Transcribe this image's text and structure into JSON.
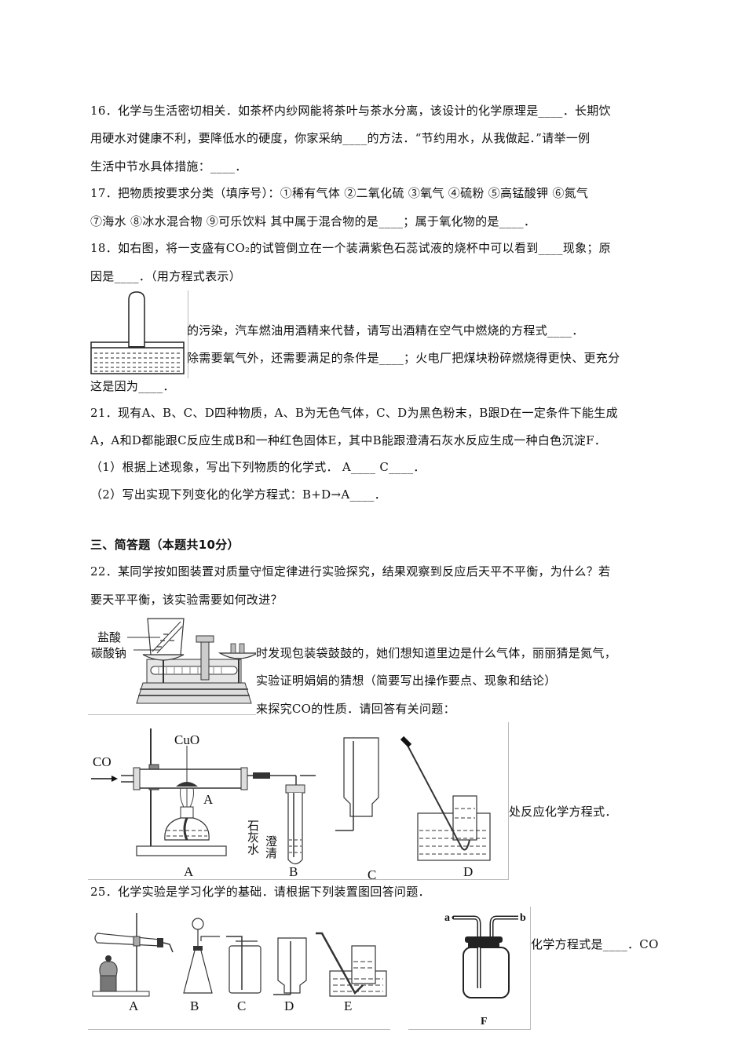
{
  "document": {
    "q16": {
      "line1": "16．化学与生活密切相关．如茶杯内纱网能将茶叶与茶水分离，该设计的化学原理是____．长期饮",
      "line2": "用硬水对健康不利，要降低水的硬度，你家采纳____的方法．“节约用水，从我做起．”请举一例",
      "line3": "生活中节水具体措施：____．"
    },
    "q17": {
      "line1": "17．把物质按要求分类（填序号）：①稀有气体 ②二氧化硫 ③氧气 ④硫粉 ⑤高锰酸钾 ⑥氮气",
      "line2": "⑦海水 ⑧冰水混合物 ⑨可乐饮料 其中属于混合物的是____；属于氧化物的是____．"
    },
    "q18": {
      "line1": "18．如右图，将一支盛有CO₂的试管倒立在一个装满紫色石蕊试液的烧杯中可以看到____现象；原",
      "line2": "因是____．（用方程式表示）"
    },
    "q19_20_partial": {
      "line1": "的污染，汽车燃油用酒精来代替，请写出酒精在空气中燃烧的方程式____．",
      "line2": "除需要氧气外，还需要满足的条件是____；火电厂把煤块粉碎燃烧得更快、更充分",
      "line3": "这是因为____．"
    },
    "q21": {
      "line1": "21．现有A、B、C、D四种物质，A、B为无色气体，C、D为黑色粉末，B跟D在一定条件下能生成",
      "line2": "A，A和D都能跟C反应生成B和一种红色固体E，其中B能跟澄清石灰水反应生成一种白色沉淀F．",
      "sub1": "（1）根据上述现象，写出下列物质的化学式． A____ C____．",
      "sub2": "（2）写出实现下列变化的化学方程式：B+D→A____．"
    },
    "section3": {
      "title": "三、简答题（本题共10分）"
    },
    "q22": {
      "line1": "22．某同学按如图装置对质量守恒定律进行实验探究，结果观察到反应后天平不平衡，为什么？若",
      "line2": "要天平平衡，该实验需要如何改进？"
    },
    "q23_24_partial": {
      "line1": "时发现包装袋鼓鼓的，她们想知道里边是什么气体，丽丽猜是氮气，",
      "line2": "实验证明娟娟的猜想（简要写出操作要点、现象和结论）",
      "line3": "来探究CO的性质．请回答有关问题：",
      "line4": "处反应化学方程式．"
    },
    "q25": {
      "line1": "25．化学实验是学习化学的基础．请根据下列装置图回答问题．",
      "partial": "化学方程式是____．CO"
    },
    "figures": {
      "balance": {
        "label_acid": "盐酸",
        "label_carbonate": "碳酸钠"
      },
      "co_apparatus": {
        "inlet_label": "CO",
        "reagent_label": "CuO",
        "burner_label": "A",
        "limewater_label": [
          "澄清",
          "石灰水"
        ],
        "labels": [
          "A",
          "B",
          "C",
          "D"
        ]
      },
      "q25_apparatus": {
        "labels": [
          "A",
          "B",
          "C",
          "D",
          "E"
        ]
      },
      "gas_bottle": {
        "port_a": "a",
        "port_b": "b",
        "label": "F"
      }
    }
  }
}
